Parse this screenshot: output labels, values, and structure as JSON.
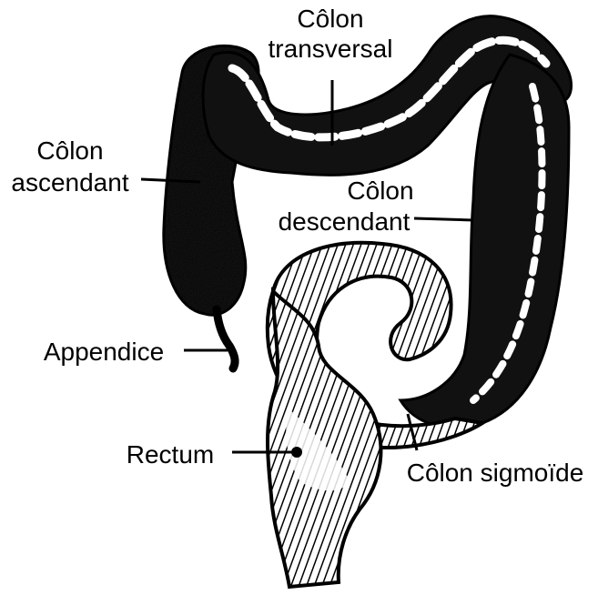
{
  "labels": {
    "transverse_line1": "Côlon",
    "transverse_line2": "transversal",
    "ascending_line1": "Côlon",
    "ascending_line2": "ascendant",
    "descending_line1": "Côlon",
    "descending_line2": "descendant",
    "appendix": "Appendice",
    "rectum": "Rectum",
    "sigmoid": "Côlon sigmoïde"
  },
  "colors": {
    "ink": "#000000",
    "paper": "#ffffff"
  }
}
